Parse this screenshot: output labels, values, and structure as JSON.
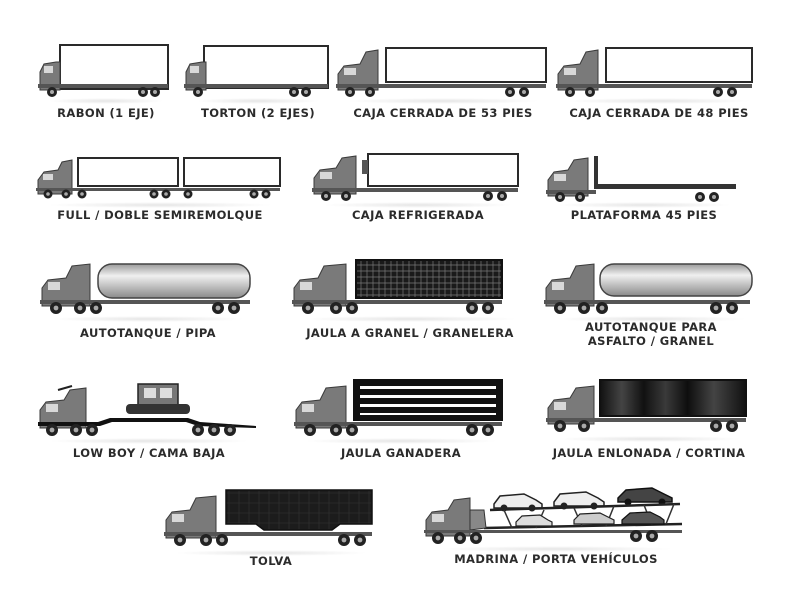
{
  "colors": {
    "ink": "#2b2b2b",
    "cab": "#7a7a7a",
    "cab_dark": "#4a4a4a",
    "box_stroke": "#2a2a2a",
    "box_fill": "#ffffff",
    "cage_fill": "#1a1a1a",
    "tank_fill": "#d6d6d6"
  },
  "trucks": [
    {
      "label": "RABON (1 EJE)",
      "icon": "rabon-truck-icon"
    },
    {
      "label": "TORTON (2 EJES)",
      "icon": "torton-truck-icon"
    },
    {
      "label": "CAJA CERRADA DE 53 PIES",
      "icon": "dry-van-53-icon"
    },
    {
      "label": "CAJA CERRADA DE 48 PIES",
      "icon": "dry-van-48-icon"
    },
    {
      "label": "FULL / DOBLE SEMIREMOLQUE",
      "icon": "double-trailer-icon"
    },
    {
      "label": "CAJA REFRIGERADA",
      "icon": "reefer-trailer-icon"
    },
    {
      "label": "PLATAFORMA 45 PIES",
      "icon": "flatbed-45-icon"
    },
    {
      "label": "AUTOTANQUE / PIPA",
      "icon": "tanker-truck-icon"
    },
    {
      "label": "JAULA A GRANEL / GRANELERA",
      "icon": "bulk-cage-trailer-icon"
    },
    {
      "label": "AUTOTANQUE PARA",
      "label2": "ASFALTO / GRANEL",
      "icon": "asphalt-tanker-icon"
    },
    {
      "label": "LOW BOY / CAMA BAJA",
      "icon": "lowboy-trailer-icon"
    },
    {
      "label": "JAULA GANADERA",
      "icon": "livestock-trailer-icon"
    },
    {
      "label": "JAULA ENLONADA / CORTINA",
      "icon": "curtain-trailer-icon"
    },
    {
      "label": "TOLVA",
      "icon": "hopper-trailer-icon"
    },
    {
      "label": "MADRINA / PORTA VEHÍCULOS",
      "icon": "car-carrier-icon"
    }
  ]
}
